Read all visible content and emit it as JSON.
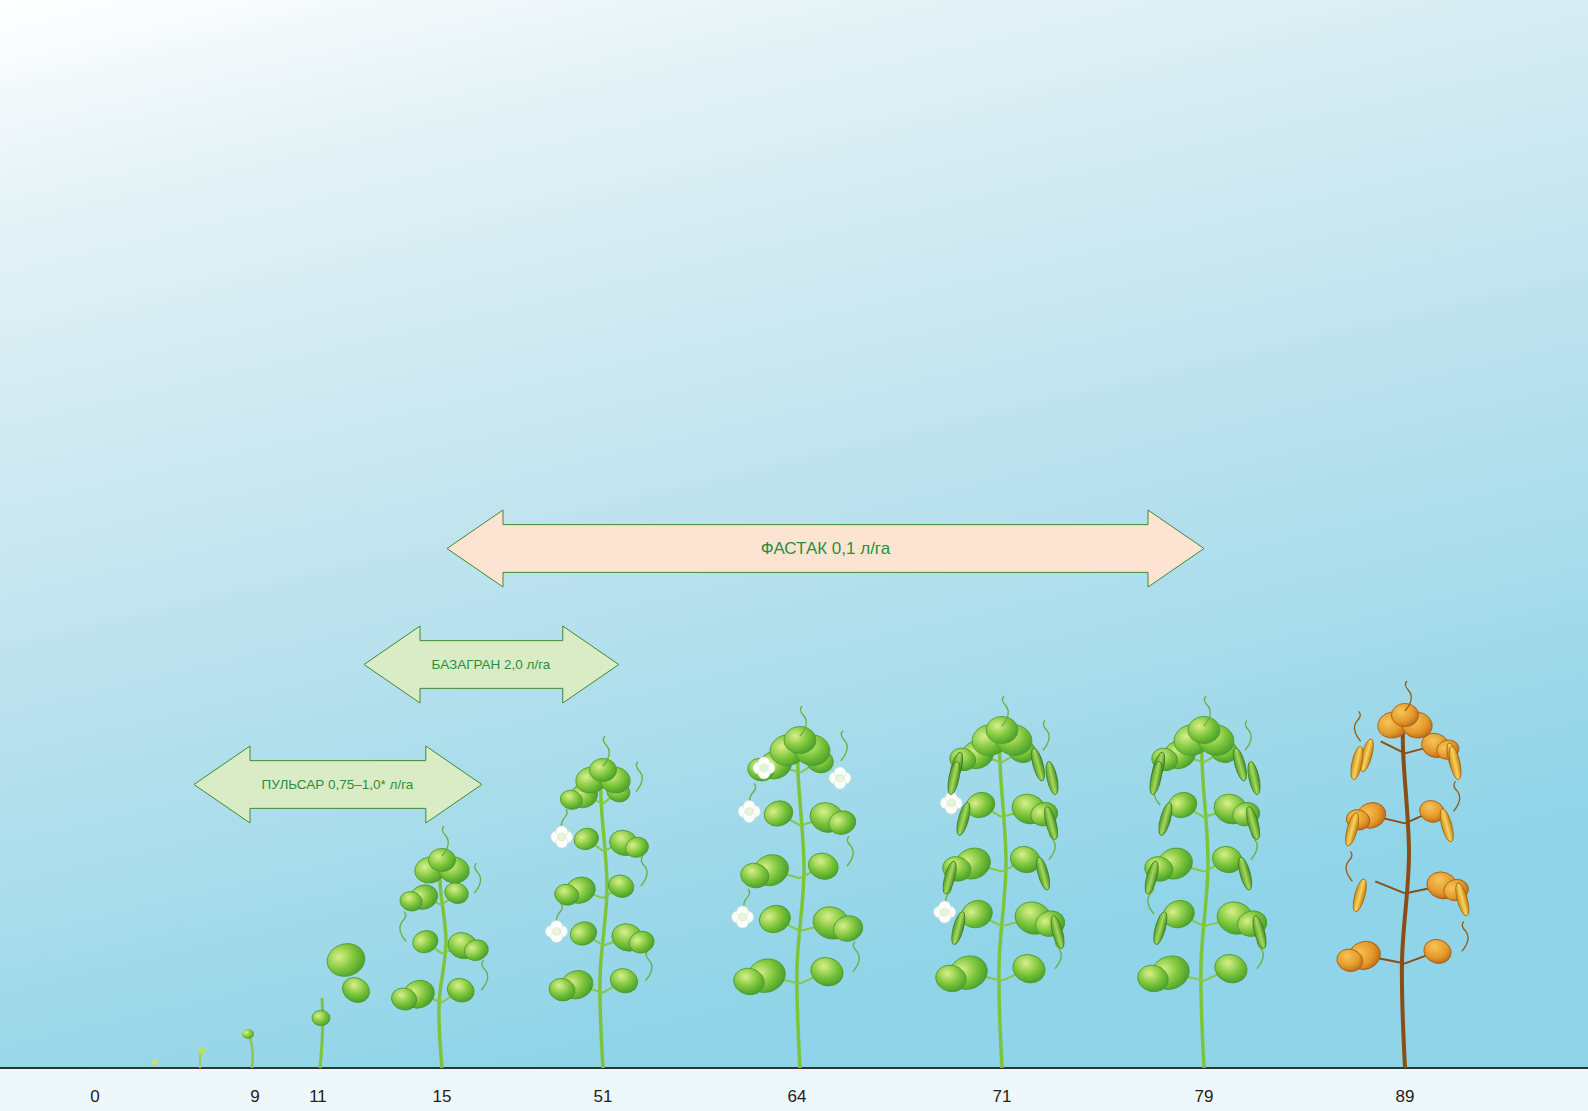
{
  "diagram": {
    "nodes": [
      {
        "text": [
          "ФАСТАК 0,1 л/га"
        ]
      },
      {
        "text": [
          "БАЗАГРАН 2,0 л/га"
        ]
      },
      {
        "text": [
          "ПУЛЬСАР 0,75–1,0* л/га"
        ]
      }
    ],
    "labels": [
      "0",
      "9",
      "11",
      "15",
      "51",
      "64",
      "71",
      "79",
      "89"
    ]
  }
}
